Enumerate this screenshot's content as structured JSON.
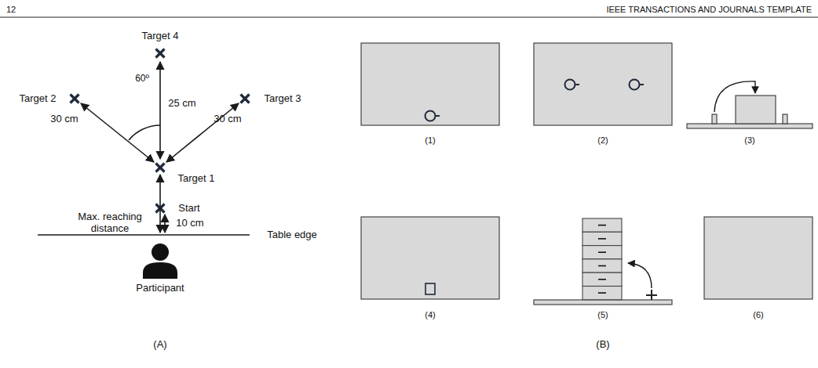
{
  "diagram": {
    "labels": [
      "12",
      "IEEE TRANSACTIONS AND JOURNALS TEMPLATE",
      "Target 4",
      "Target 2",
      "Target 3",
      "60º",
      "25 cm",
      "30 cm",
      "30 cm",
      "Target 1",
      "Max. reaching distance",
      "Start",
      "10 cm",
      "Table edge",
      "Participant",
      "(A)",
      "(1)",
      "(2)",
      "(3)",
      "(4)",
      "(5)",
      "(6)",
      "(B)"
    ]
  }
}
